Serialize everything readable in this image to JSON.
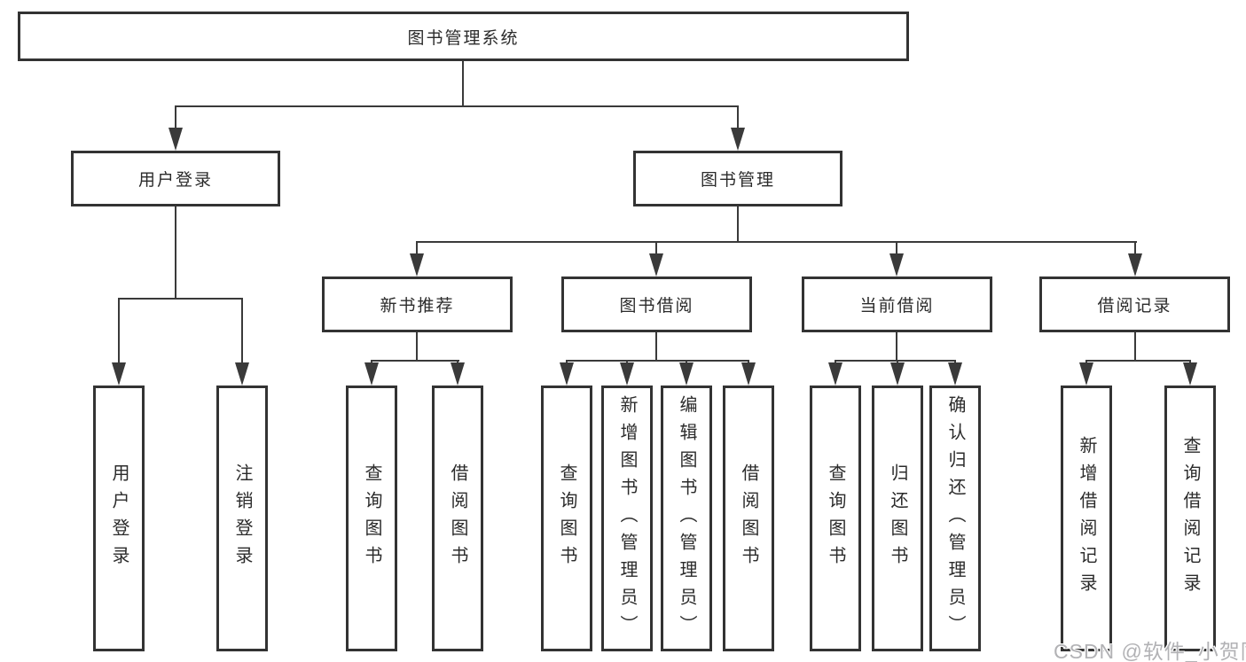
{
  "tree": {
    "root": {
      "label": "图书管理系统"
    },
    "branches": [
      {
        "label": "用户登录",
        "children": [
          {
            "label": "用户登录"
          },
          {
            "label": "注销登录"
          }
        ]
      },
      {
        "label": "图书管理",
        "children": [
          {
            "label": "新书推荐",
            "children": [
              {
                "label": "查询图书"
              },
              {
                "label": "借阅图书"
              }
            ]
          },
          {
            "label": "图书借阅",
            "children": [
              {
                "label": "查询图书"
              },
              {
                "label": "新增图书（管理员）"
              },
              {
                "label": "编辑图书（管理员）"
              },
              {
                "label": "借阅图书"
              }
            ]
          },
          {
            "label": "当前借阅",
            "children": [
              {
                "label": "查询图书"
              },
              {
                "label": "归还图书"
              },
              {
                "label": "确认归还（管理员）"
              }
            ]
          },
          {
            "label": "借阅记录",
            "children": [
              {
                "label": "新增借阅记录"
              },
              {
                "label": "查询借阅记录"
              }
            ]
          }
        ]
      }
    ]
  },
  "watermark": {
    "text": "CSDN @软件_小贺同学"
  },
  "colors": {
    "line": "#3a3a3a",
    "box_border": "#333333",
    "text": "#2b2b2b",
    "background": "#ffffff",
    "watermark": "#b2b2b5"
  }
}
